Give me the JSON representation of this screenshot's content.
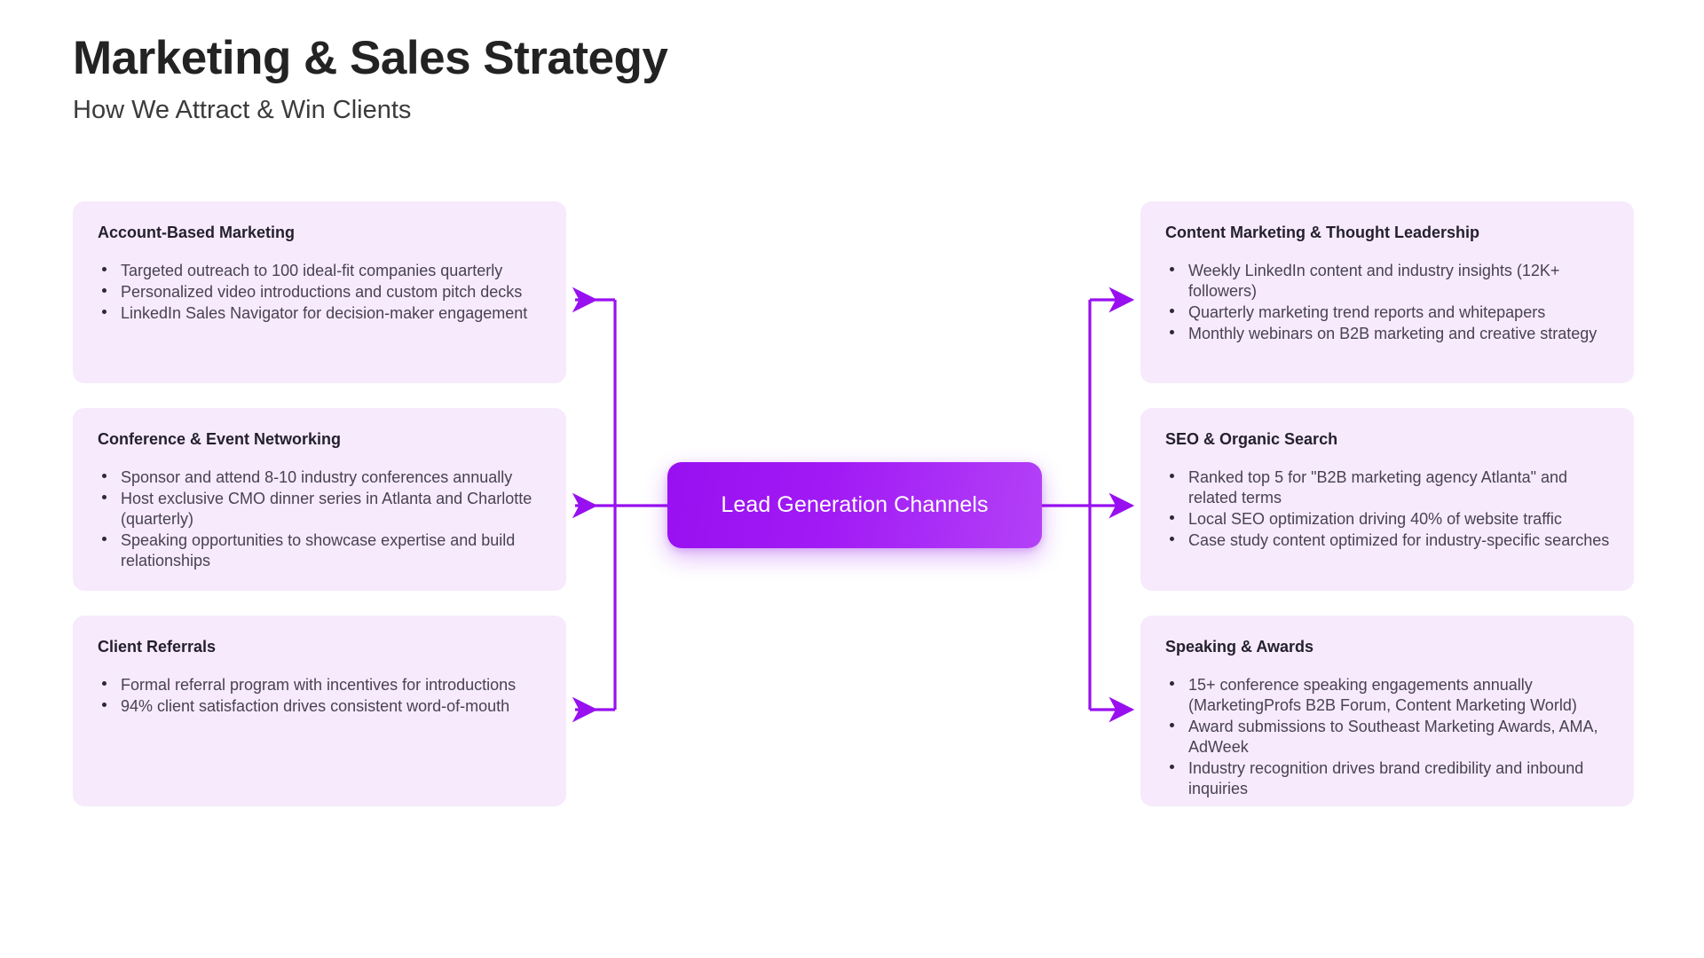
{
  "header": {
    "title": "Marketing & Sales Strategy",
    "subtitle": "How We Attract & Win Clients"
  },
  "center": {
    "label": "Lead Generation Channels"
  },
  "colors": {
    "accent": "#9810f0",
    "accent_light": "#b341f7",
    "card_bg": "#f6eafc",
    "card_title": "#241f2d",
    "card_body": "#484252",
    "page_bg": "#ffffff",
    "title_text": "#232323"
  },
  "left_cards": [
    {
      "title": "Account-Based Marketing",
      "bullets": [
        "Targeted outreach to 100 ideal-fit companies quarterly",
        "Personalized video introductions and custom pitch decks",
        "LinkedIn Sales Navigator for decision-maker engagement"
      ]
    },
    {
      "title": "Conference & Event Networking",
      "bullets": [
        "Sponsor and attend 8-10 industry conferences annually",
        "Host exclusive CMO dinner series in Atlanta and Charlotte (quarterly)",
        "Speaking opportunities to showcase expertise and build relationships"
      ]
    },
    {
      "title": "Client Referrals",
      "bullets": [
        "Formal referral program with incentives for introductions",
        "94% client satisfaction drives consistent word-of-mouth"
      ]
    }
  ],
  "right_cards": [
    {
      "title": "Content Marketing & Thought Leadership",
      "bullets": [
        "Weekly LinkedIn content and industry insights (12K+ followers)",
        "Quarterly marketing trend reports and whitepapers",
        "Monthly webinars on B2B marketing and creative strategy"
      ]
    },
    {
      "title": "SEO & Organic Search",
      "bullets": [
        "Ranked top 5 for \"B2B marketing agency Atlanta\" and related terms",
        "Local SEO optimization driving 40% of website traffic",
        "Case study content optimized for industry-specific searches"
      ]
    },
    {
      "title": "Speaking & Awards",
      "bullets": [
        "15+ conference speaking engagements annually (MarketingProfs B2B Forum, Content Marketing World)",
        "Award submissions to Southeast Marketing Awards, AMA, AdWeek",
        "Industry recognition drives brand credibility and inbound inquiries"
      ]
    }
  ]
}
